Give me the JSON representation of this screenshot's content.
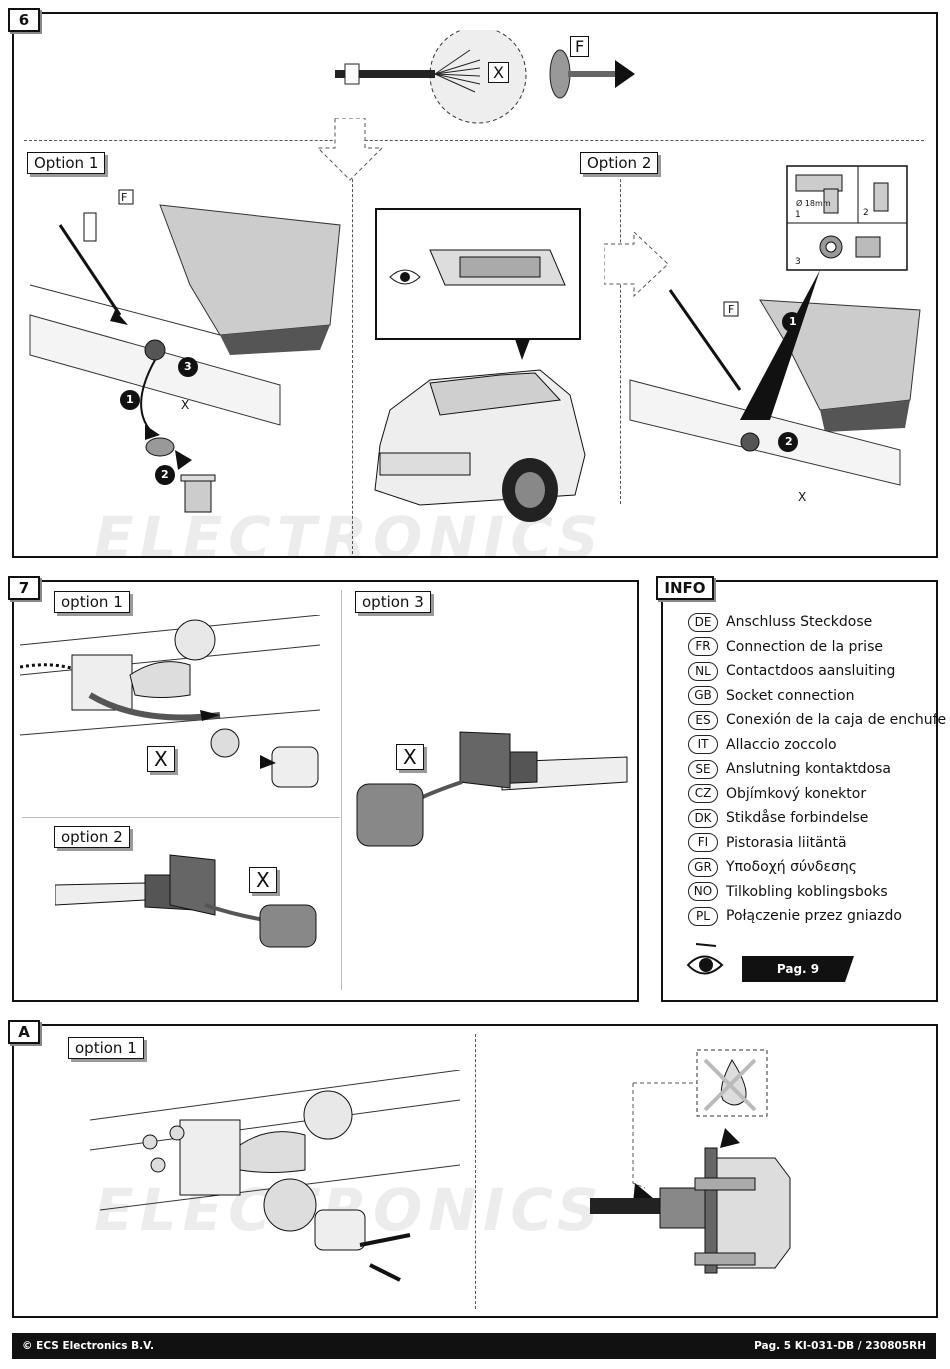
{
  "sections": {
    "step6": {
      "number": "6",
      "option1": "Option 1",
      "option2": "Option 2",
      "top_marks": {
        "x": "X",
        "f": "F"
      },
      "opt1_marks": {
        "f": "F",
        "x": "X",
        "n1": "1",
        "n2": "2",
        "n3": "3"
      },
      "opt2_marks": {
        "f": "F",
        "x": "X",
        "n1": "1",
        "n2": "2"
      },
      "tools": {
        "drill": "Ø 18mm",
        "t1": "1",
        "t2": "2",
        "t3": "3"
      }
    },
    "step7": {
      "number": "7",
      "option1": "option 1",
      "option2": "option 2",
      "option3": "option 3",
      "x_mark": "X"
    },
    "info": {
      "title": "INFO",
      "languages": [
        {
          "code": "DE",
          "text": "Anschluss Steckdose"
        },
        {
          "code": "FR",
          "text": "Connection de la prise"
        },
        {
          "code": "NL",
          "text": "Contactdoos aansluiting"
        },
        {
          "code": "GB",
          "text": "Socket connection"
        },
        {
          "code": "ES",
          "text": "Conexión de la caja de enchufe"
        },
        {
          "code": "IT",
          "text": "Allaccio zoccolo"
        },
        {
          "code": "SE",
          "text": "Anslutning kontaktdosa"
        },
        {
          "code": "CZ",
          "text": "Objímkový konektor"
        },
        {
          "code": "DK",
          "text": "Stikdåse forbindelse"
        },
        {
          "code": "FI",
          "text": "Pistorasia liitäntä"
        },
        {
          "code": "GR",
          "text": "Υποδοχή σύνδεσης"
        },
        {
          "code": "NO",
          "text": "Tilkobling koblingsboks"
        },
        {
          "code": "PL",
          "text": "Połączenie przez gniazdo"
        }
      ],
      "page_ref": "Pag. 9",
      "eye_icon": "eye-icon"
    },
    "stepA": {
      "number": "A",
      "option1": "option 1"
    }
  },
  "watermark": {
    "text": "ELECTRONICS"
  },
  "footer": {
    "copyright": "© ECS Electronics B.V.",
    "page_info": "Pag. 5   KI-031-DB  /  230805RH"
  }
}
